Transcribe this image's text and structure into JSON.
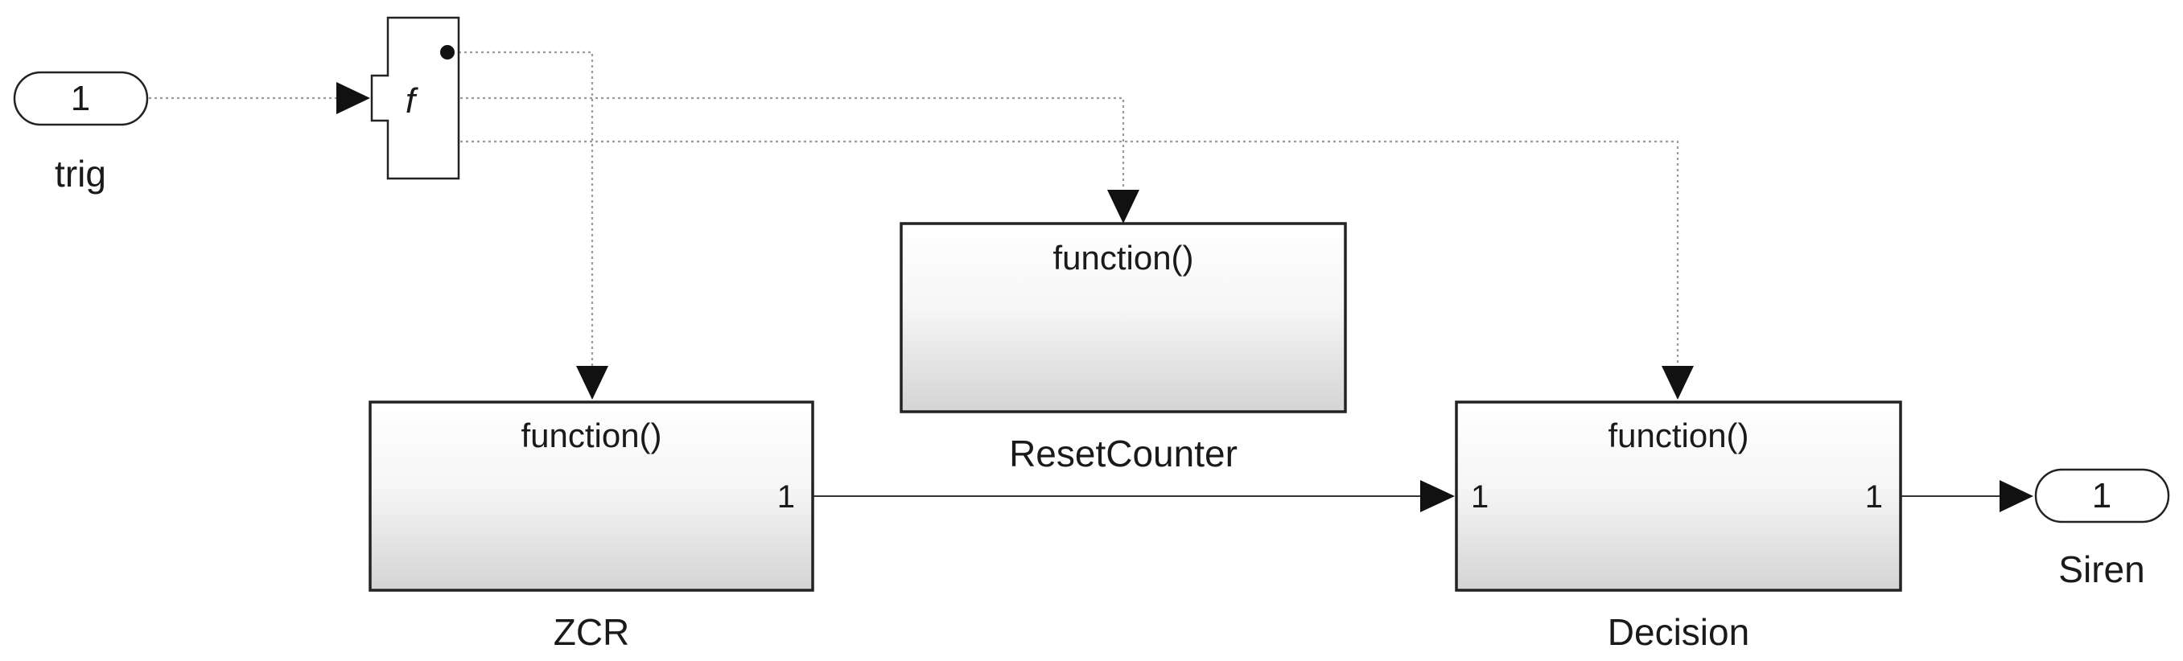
{
  "inport": {
    "number": "1",
    "name": "trig"
  },
  "outport": {
    "number": "1",
    "name": "Siren"
  },
  "function_generator": {
    "symbol": "f"
  },
  "blocks": {
    "zcr": {
      "title": "function()",
      "name": "ZCR",
      "out_port": "1"
    },
    "reset_counter": {
      "title": "function()",
      "name": "ResetCounter"
    },
    "decision": {
      "title": "function()",
      "name": "Decision",
      "in_port": "1",
      "out_port": "1"
    }
  }
}
